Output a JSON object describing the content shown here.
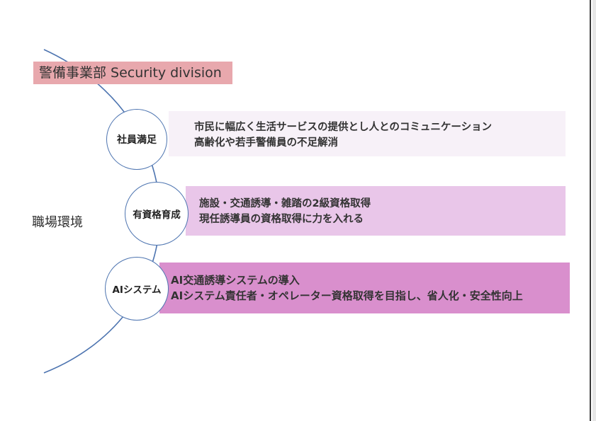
{
  "title": "警備事業部 Security division",
  "side_label": "職場環境",
  "items": [
    {
      "node": "社員満足",
      "lines": [
        "市民に幅広く生活サービスの提供とし人とのコミュニケーション",
        "高齢化や若手警備員の不足解消"
      ]
    },
    {
      "node": "有資格育成",
      "lines": [
        "施設・交通誘導・雑踏の2級資格取得",
        "現任誘導員の資格取得に力を入れる"
      ]
    },
    {
      "node": "AIシステム",
      "lines": [
        "AI交通誘導システムの導入",
        "AIシステム責任者・オペレーター資格取得を目指し、省人化・安全性向上"
      ]
    }
  ],
  "colors": {
    "title_bg": "#e8a8ad",
    "band1_bg": "#f7f1f8",
    "band2_bg": "#e9c6e9",
    "band3_bg": "#d98fcd",
    "arc": "#4d74b0"
  }
}
